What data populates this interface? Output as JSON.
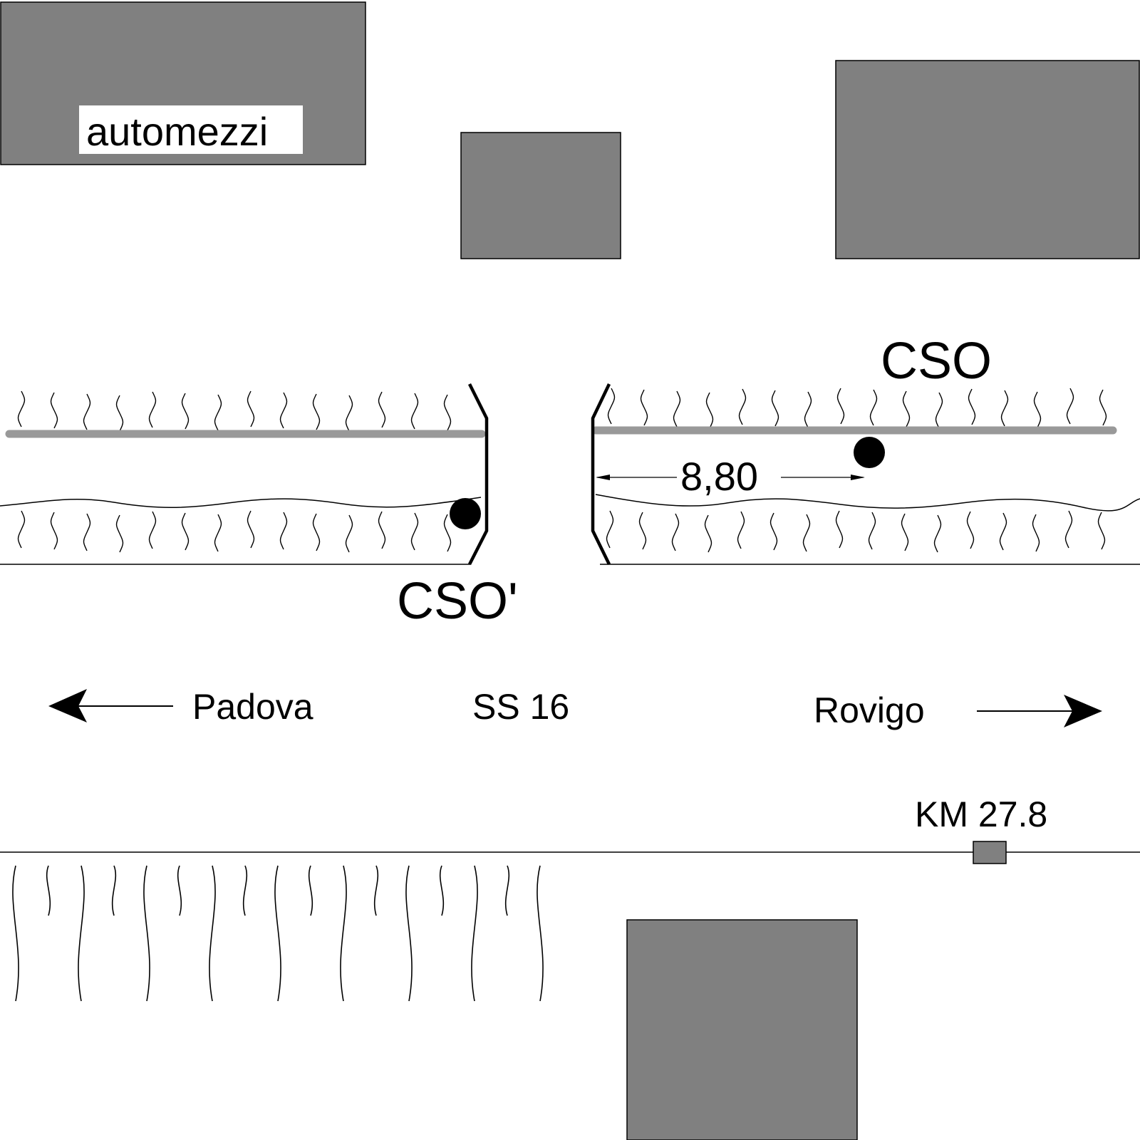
{
  "labels": {
    "building": "automezzi",
    "cso": "CSO",
    "cso_prime": "CSO'",
    "distance": "8,80",
    "road": "SS 16",
    "west": "Padova",
    "east": "Rovigo",
    "km_marker": "KM 27.8"
  },
  "colors": {
    "building_fill": "#808080",
    "curb": "#999999",
    "ink": "#000000"
  }
}
